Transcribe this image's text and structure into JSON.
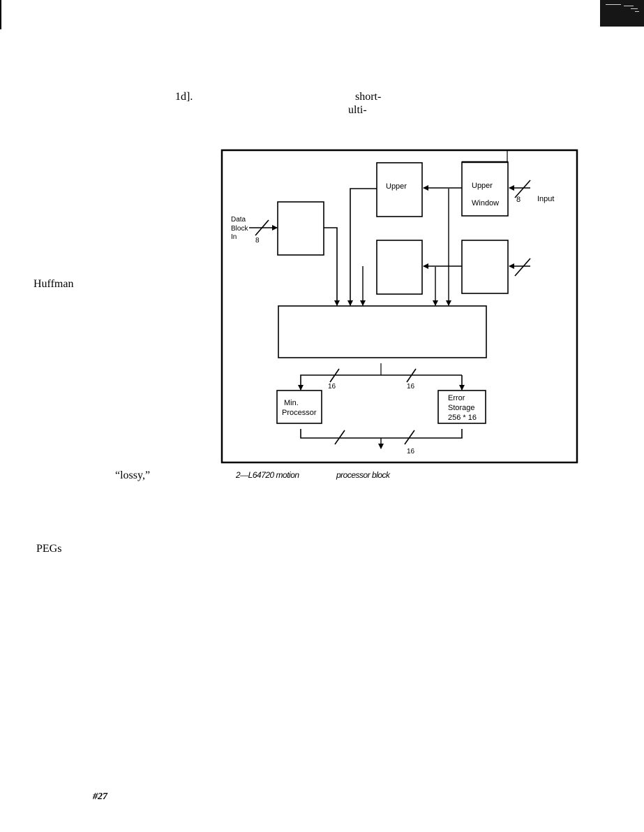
{
  "page": {
    "text_fragments": [
      {
        "id": "ld",
        "text": "1d]."
      },
      {
        "id": "short",
        "text": "short-"
      },
      {
        "id": "ulti",
        "text": "ulti-"
      },
      {
        "id": "huffman",
        "text": "Huffman"
      },
      {
        "id": "lossy",
        "text": "“lossy,”"
      },
      {
        "id": "pegs",
        "text": "PEGs"
      }
    ],
    "caption": {
      "part1": "2—L64720 motion",
      "part2": "processor block"
    },
    "folio": "#27"
  },
  "diagram": {
    "blocks": {
      "upper_left": {
        "label": "Upper"
      },
      "upper_window": {
        "line1": "Upper",
        "line2": "Window"
      },
      "data_block": {
        "label": ""
      },
      "lower_left": {
        "label": ""
      },
      "lower_right": {
        "label": ""
      },
      "main_array": {
        "label": ""
      },
      "min_processor": {
        "line1": "Min.",
        "line2": "Processor"
      },
      "error_storage": {
        "line1": "Error",
        "line2": "Storage",
        "line3": "256 * 16"
      }
    },
    "signals": {
      "data_block_in": {
        "line1": "Data",
        "line2": "Block",
        "line3": "In"
      },
      "input": "Input"
    },
    "bus_widths": {
      "data_in": "8",
      "input": "8",
      "to_min": "16",
      "to_error": "16",
      "bottom": "16"
    }
  }
}
